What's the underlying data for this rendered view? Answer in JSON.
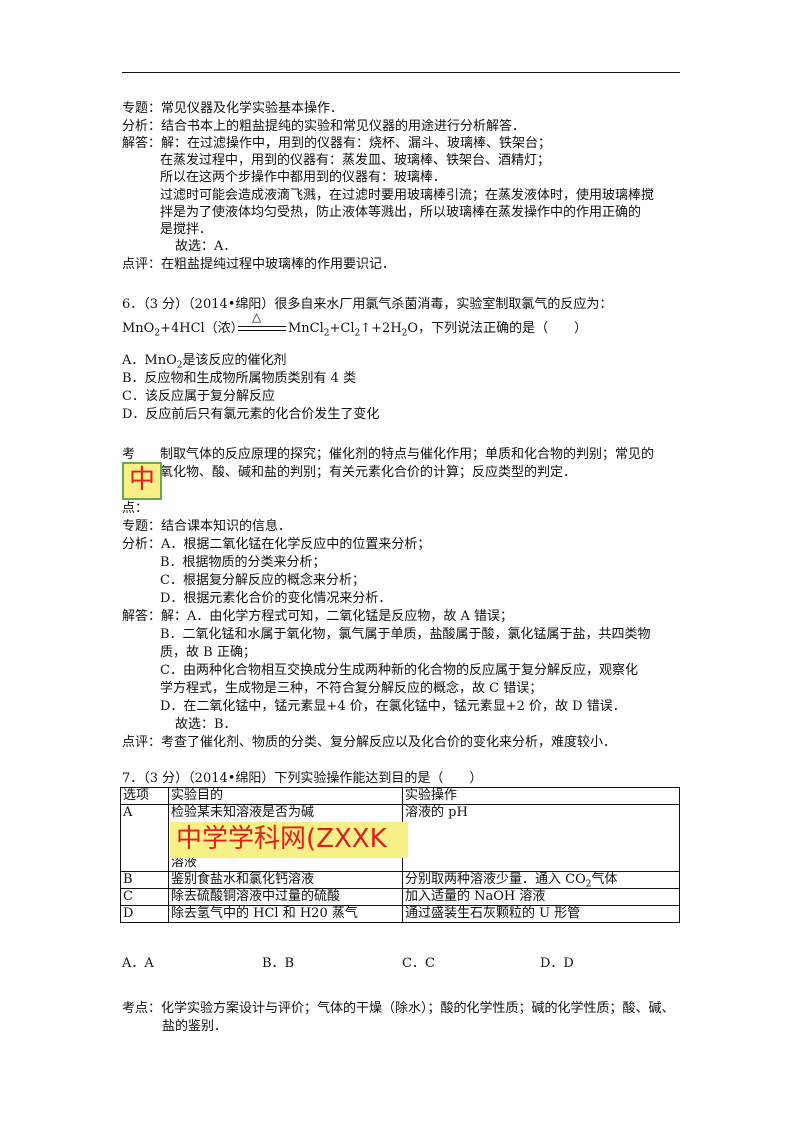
{
  "q5": {
    "topic": "专题：常见仪器及化学实验基本操作．",
    "analysis": "分析：结合书本上的粗盐提纯的实验和常见仪器的用途进行分析解答．",
    "answer_1": "解答：解：在过滤操作中，用到的仪器有：烧杯、漏斗、玻璃棒、铁架台；",
    "answer_2": "在蒸发过程中，用到的仪器有：蒸发皿、玻璃棒、铁架台、酒精灯；",
    "answer_3": "所以在这两个步操作中都用到的仪器有：玻璃棒．",
    "answer_4": "过滤时可能会造成液滴飞溅，在过滤时要用玻璃棒引流；在蒸发液体时，使用玻璃棒搅",
    "answer_5": "拌是为了使液体均匀受热，防止液体等溅出，所以玻璃棒在蒸发操作中的作用正确的",
    "answer_6": "是搅拌．",
    "answer_7": "故选：A．",
    "comment": "点评：在粗盐提纯过程中玻璃棒的作用要识记．"
  },
  "q6": {
    "stem": "6．（3 分）（2014•绵阳）很多自来水厂用氯气杀菌消毒，实验室制取氯气的反应为：",
    "eq_left": "MnO",
    "eq_left_sub": "2",
    "eq_left_rest": "+4HCl（浓）",
    "eq_condition": "△",
    "eq_right_1": "MnCl",
    "eq_right_sub1": "2",
    "eq_right_2": "+Cl",
    "eq_right_sub2": "2",
    "eq_right_3": "↑+2H",
    "eq_right_sub3": "2",
    "eq_right_4": "O，下列说法正确的是（　　）",
    "opt_a_1": "A．MnO",
    "opt_a_sub": "2",
    "opt_a_2": "是该反应的催化剂",
    "opt_b": "B．反应物和生成物所属物质类别有 4 类",
    "opt_c": "C．该反应属于复分解反应",
    "opt_d": "D．反应前后只有氯元素的化合价发生了变化",
    "kp_label_1": "考",
    "kp_1": "制取气体的反应原理的探究；催化剂的特点与催化作用；单质和化合物的判别；常见的",
    "kp_2": "氧化物、酸、碱和盐的判别；有关元素化合价的计算；反应类型的判定．",
    "stamp_text": "中",
    "kp_label_2": "点：",
    "topic": "专题：结合课本知识的信息．",
    "an_1": "分析：A．根据二氧化锰在化学反应中的位置来分析；",
    "an_2": "B．根据物质的分类来分析；",
    "an_3": "C．根据复分解反应的概念来分析；",
    "an_4": "D．根据元素化合价的变化情况来分析．",
    "sol_1": "解答：解：A．由化学方程式可知，二氧化锰是反应物，故 A 错误；",
    "sol_2": "B．二氧化锰和水属于氧化物，氯气属于单质，盐酸属于酸，氯化锰属于盐，共四类物",
    "sol_3": "质，故 B 正确；",
    "sol_4": "C．由两种化合物相互交换成分生成两种新的化合物的反应属于复分解反应，观察化",
    "sol_5": "学方程式，生成物是三种，不符合复分解反应的概念，故 C 错误；",
    "sol_6": "D．在二氧化锰中，锰元素显+4 价，在氯化锰中，锰元素显+2 价，故 D 错误．",
    "sol_7": "故选：B．",
    "comment": "点评：考查了催化剂、物质的分类、复分解反应以及化合价的变化来分析，难度较小．"
  },
  "q7": {
    "stem": "7．（3 分）（2014•绵阳）下列实验操作能达到目的是（　　）",
    "headers": [
      "选项",
      "实验目的",
      "实验操作"
    ],
    "row_a": {
      "opt": "A",
      "purpose_1": "检验某未知溶液是否为碱",
      "purpose_2": "溶液",
      "op": "溶液的 pH"
    },
    "stamp_text": "中学学科网(ZXXK",
    "row_b": {
      "opt": "B",
      "purpose": "鉴别食盐水和氯化钙溶液",
      "op_1": "分别取两种溶液少量．通入 CO",
      "op_sub": "2",
      "op_2": "气体"
    },
    "row_c": {
      "opt": "C",
      "purpose": "除去硫酸铜溶液中过量的硫酸",
      "op": "加入适量的 NaOH 溶液"
    },
    "row_d": {
      "opt": "D",
      "purpose": "除去氢气中的 HCl 和 H20 蒸气",
      "op": "通过盛装生石灰颗粒的 U 形管"
    },
    "choice_a": "A．A",
    "choice_b": "B．B",
    "choice_c": "C．C",
    "choice_d": "D．D",
    "kp_1": "考点：化学实验方案设计与评价；气体的干燥（除水）；酸的化学性质；碱的化学性质；酸、碱、",
    "kp_2": "盐的鉴别．"
  }
}
